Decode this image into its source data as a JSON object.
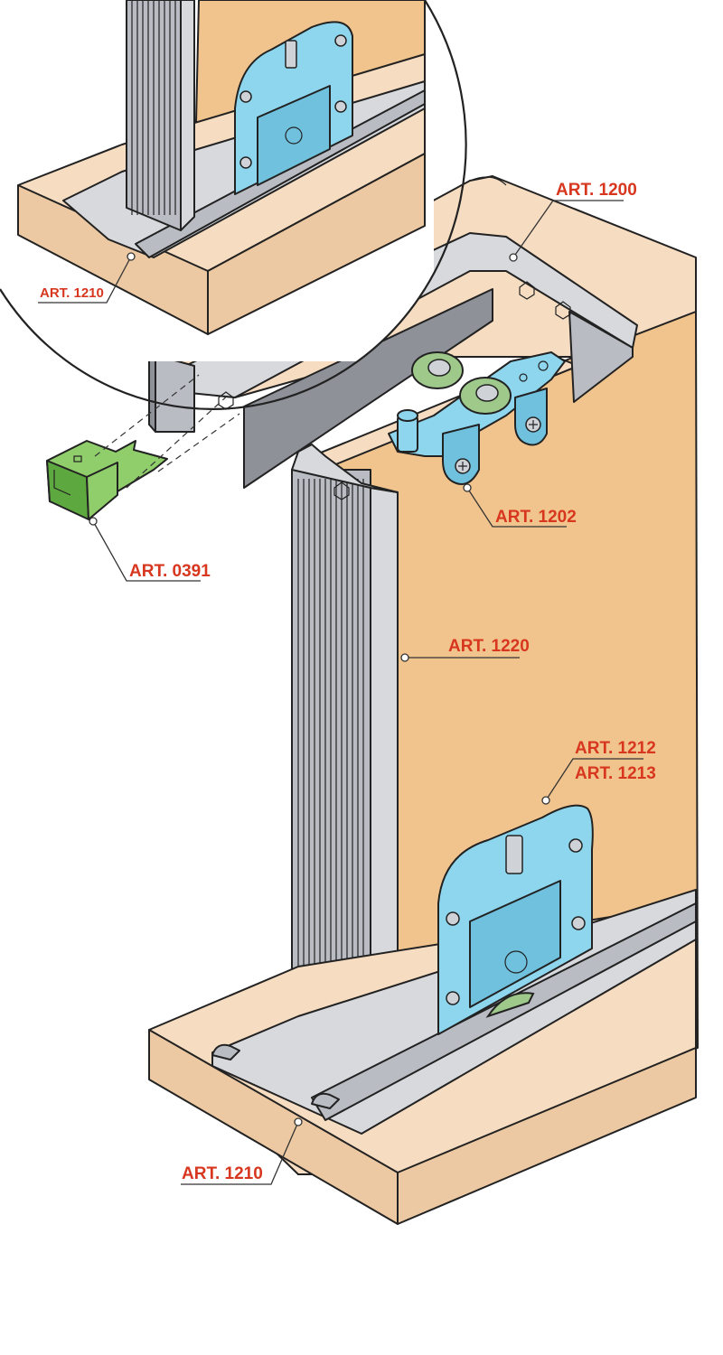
{
  "labels": {
    "art_1200": "ART. 1200",
    "art_1210_top": "ART. 1210",
    "art_1202": "ART. 1202",
    "art_0391": "ART. 0391",
    "art_1220": "ART. 1220",
    "art_1212": "ART. 1212",
    "art_1213": "ART. 1213",
    "art_1210_bottom": "ART. 1210"
  },
  "colors": {
    "label_text": "#d8371f",
    "wood": "#f1c48d",
    "aluminium": "#b9bcc2",
    "plate": "#8ed6ee",
    "plastic_green": "#8fce6b"
  }
}
